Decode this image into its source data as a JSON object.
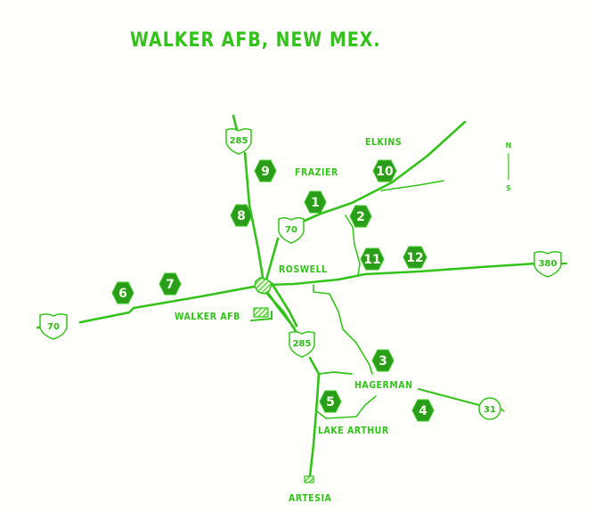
{
  "title": "WALKER AFB, NEW MEX.",
  "colors": {
    "ink": "#33c21a",
    "hex_fill": "#2a9e1a",
    "background": "#fffffb"
  },
  "places": {
    "elkins": "ELKINS",
    "frazier": "FRAZIER",
    "roswell": "ROSWELL",
    "walker_afb": "WALKER AFB",
    "hagerman": "HAGERMAN",
    "lake_arthur": "LAKE ARTHUR",
    "artesia": "ARTESIA"
  },
  "route_shields": {
    "us285_north": "285",
    "us285_south": "285",
    "us70_east": "70",
    "us70_west": "70",
    "us380": "380",
    "nm31": "31"
  },
  "sites": [
    {
      "id": "1",
      "label": "1"
    },
    {
      "id": "2",
      "label": "2"
    },
    {
      "id": "3",
      "label": "3"
    },
    {
      "id": "4",
      "label": "4"
    },
    {
      "id": "5",
      "label": "5"
    },
    {
      "id": "6",
      "label": "6"
    },
    {
      "id": "7",
      "label": "7"
    },
    {
      "id": "8",
      "label": "8"
    },
    {
      "id": "9",
      "label": "9"
    },
    {
      "id": "10",
      "label": "10"
    },
    {
      "id": "11",
      "label": "11"
    },
    {
      "id": "12",
      "label": "12"
    }
  ],
  "north_arrow": {
    "top_letter": "N",
    "bottom_letter": "S"
  }
}
